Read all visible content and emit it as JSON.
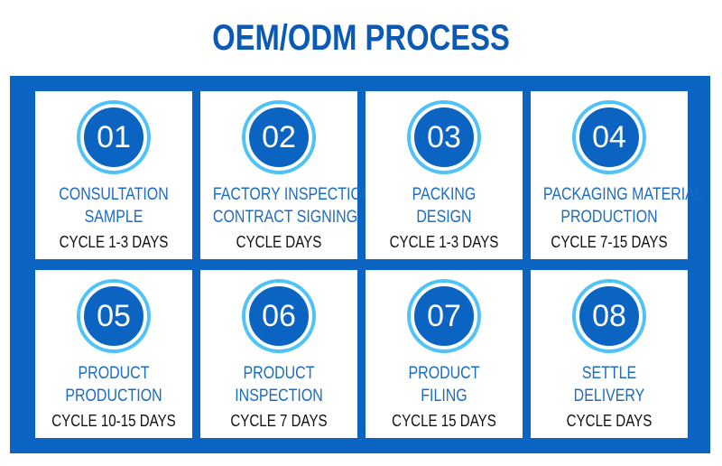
{
  "title": "OEM/ODM PROCESS",
  "colors": {
    "title": "#0a5ab5",
    "panel": "#0b63c2",
    "badge": "#0b63c2",
    "badge_ring": "#4fc3f7",
    "step_name": "#1a6cc7",
    "cycle": "#111111"
  },
  "steps": [
    {
      "number": "01",
      "line1": "CONSULTATION",
      "line2": "SAMPLE",
      "cycle": "CYCLE 1-3 DAYS"
    },
    {
      "number": "02",
      "line1": "FACTORY INSPECTION",
      "line2": "CONTRACT SIGNING",
      "cycle": "CYCLE DAYS"
    },
    {
      "number": "03",
      "line1": "PACKING",
      "line2": "DESIGN",
      "cycle": "CYCLE 1-3 DAYS"
    },
    {
      "number": "04",
      "line1": "PACKAGING MATERIAL",
      "line2": "PRODUCTION",
      "cycle": "CYCLE 7-15 DAYS"
    },
    {
      "number": "05",
      "line1": "PRODUCT",
      "line2": "PRODUCTION",
      "cycle": "CYCLE 10-15 DAYS"
    },
    {
      "number": "06",
      "line1": "PRODUCT",
      "line2": "INSPECTION",
      "cycle": "CYCLE 7 DAYS"
    },
    {
      "number": "07",
      "line1": "PRODUCT",
      "line2": "FILING",
      "cycle": "CYCLE 15 DAYS"
    },
    {
      "number": "08",
      "line1": "SETTLE",
      "line2": "DELIVERY",
      "cycle": "CYCLE DAYS"
    }
  ]
}
